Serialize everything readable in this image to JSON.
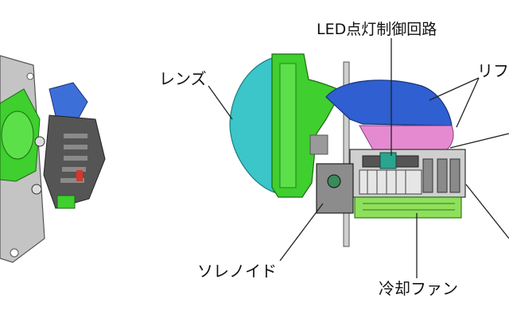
{
  "labels": {
    "led_circuit": "LED点灯制御回路",
    "lens": "レンズ",
    "reflector_partial": "リフ",
    "solenoid": "ソレノイド",
    "cooling_fan": "冷却ファン"
  },
  "colors": {
    "lens": "#3cc6c9",
    "body_green": "#3fcf2e",
    "reflector": "#2f5fd0",
    "pink_reflector": "#e58ad0",
    "fan": "#8ee05c",
    "metal": "#bdbdbd",
    "dark": "#3a3a3a"
  }
}
